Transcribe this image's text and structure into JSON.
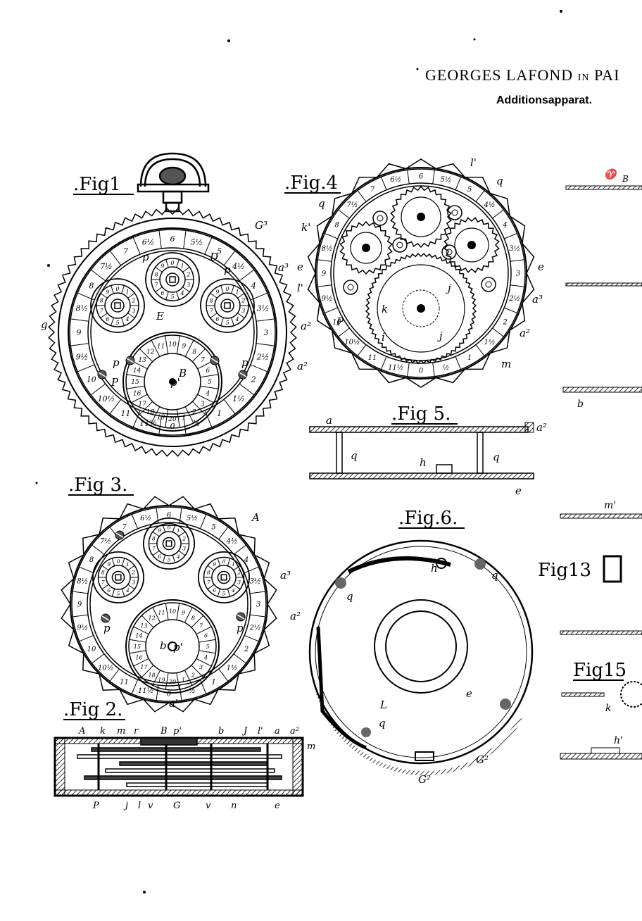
{
  "header": {
    "title_main": "GEORGES LAFOND",
    "title_in": "IN",
    "title_place": "PAI",
    "subtitle": "Additionsapparat."
  },
  "figures": {
    "fig1": ".Fig1",
    "fig2": ".Fig 2.",
    "fig3": ".Fig 3.",
    "fig4": ".Fig.4",
    "fig5": ".Fig 5.",
    "fig6": ".Fig.6.",
    "fig13": "Fig13",
    "fig15": "Fig15"
  },
  "labels": {
    "G3": "G³",
    "a3": "a³",
    "a2": "a²",
    "D": "D",
    "p": "p",
    "P": "P",
    "E": "E",
    "B": "B",
    "pprime": "p'",
    "A": "A",
    "b": "b",
    "aprime": "a'",
    "l1": "l'",
    "k1": "k'",
    "q": "q",
    "m": "m",
    "k": "k",
    "i": "i",
    "j": "j",
    "h": "h",
    "e": "e",
    "a": "a",
    "L": "L",
    "G2": "G²",
    "mprime": "m'",
    "hprime": "h'",
    "Bfig": "B",
    "fig2_top": [
      "A",
      "k",
      "m",
      "r",
      "B",
      "p'",
      "b",
      "J",
      "l'",
      "a",
      "a²"
    ],
    "fig2_bottom": [
      "P",
      "j",
      "l",
      "v",
      "G",
      "v",
      "n",
      "e"
    ],
    "fig2_side": "m"
  },
  "dial_numbers": [
    "6",
    "5½",
    "5",
    "4½",
    "4",
    "3½",
    "3",
    "2½",
    "2",
    "1½",
    "1",
    "½",
    "0",
    "11½",
    "11",
    "10½",
    "10",
    "9½",
    "9",
    "8½",
    "8",
    "7½",
    "7",
    "6½"
  ],
  "inner_dial_numbers": [
    "10",
    "9",
    "8",
    "7",
    "6",
    "5",
    "4",
    "3",
    "2",
    "1",
    "20",
    "19",
    "18",
    "17",
    "16",
    "15",
    "14",
    "13",
    "12",
    "11"
  ],
  "small_dial_numbers": [
    "0",
    "1",
    "2",
    "3",
    "4",
    "5",
    "6",
    "7",
    "8",
    "9"
  ]
}
